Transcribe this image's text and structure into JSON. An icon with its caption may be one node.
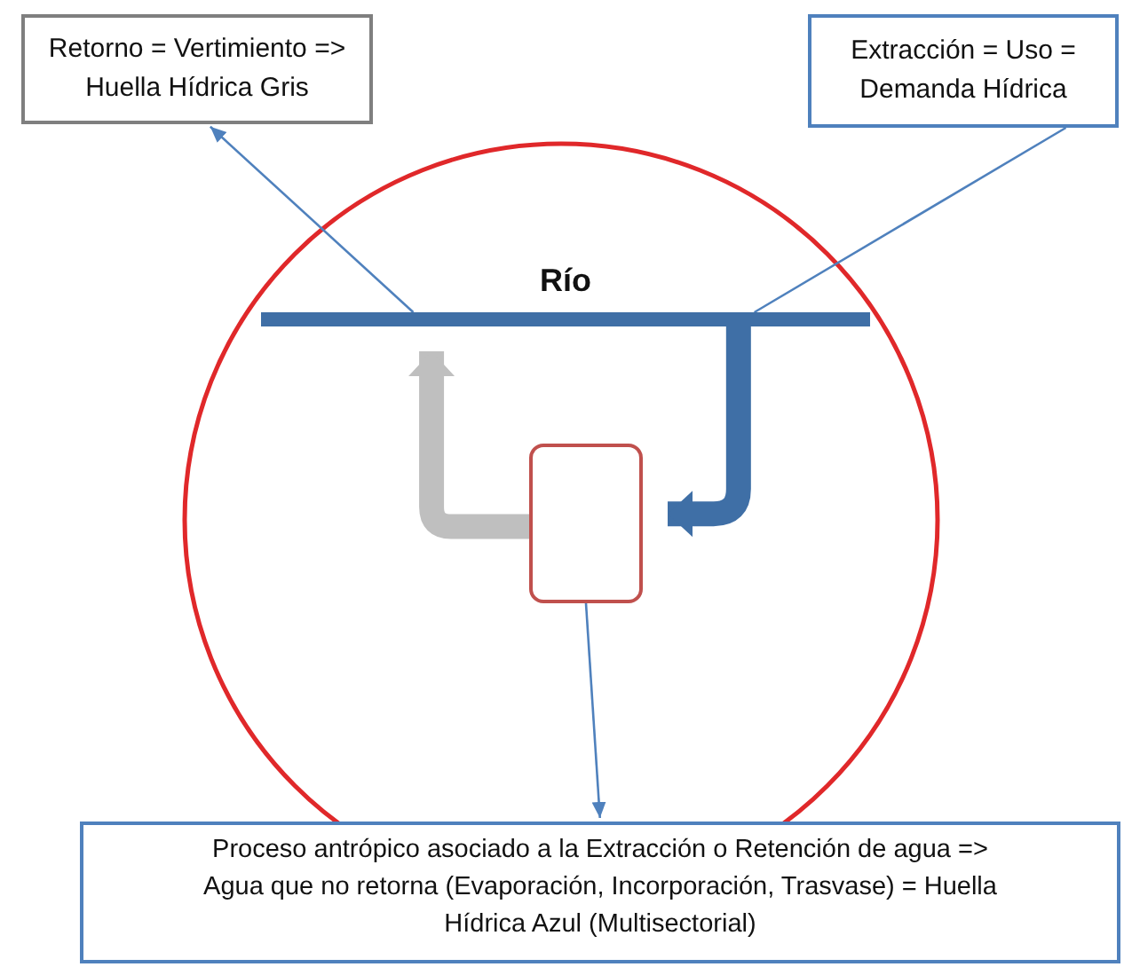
{
  "diagram": {
    "nodes": [
      {
        "text": [
          "Retorno = Vertimiento => Huella Hídrica Gris"
        ]
      },
      {
        "text": [
          "Extracción = Uso = Demanda Hídrica"
        ]
      },
      {
        "text": [
          "Río"
        ]
      },
      {
        "text": [],
        "shape": "box"
      },
      {
        "text": [
          "Proceso antrópico asociado a la Extracción o Retención de agua => Agua que no retorna (Evaporación, Incorporación, Trasvase) = Huella Hídrica Azul (Multisectorial)"
        ]
      }
    ],
    "edges": [
      {
        "from": 2,
        "to": 0,
        "arrow": "to"
      },
      {
        "from": 2,
        "to": 1,
        "arrow": "none"
      },
      {
        "from": 3,
        "to": 2,
        "arrow": "to",
        "style": "thick",
        "color": "#bfbfbf"
      },
      {
        "from": 2,
        "to": 3,
        "arrow": "to",
        "style": "thick",
        "color": "#3f6fa6"
      },
      {
        "from": 3,
        "to": 4,
        "arrow": "to"
      }
    ]
  }
}
